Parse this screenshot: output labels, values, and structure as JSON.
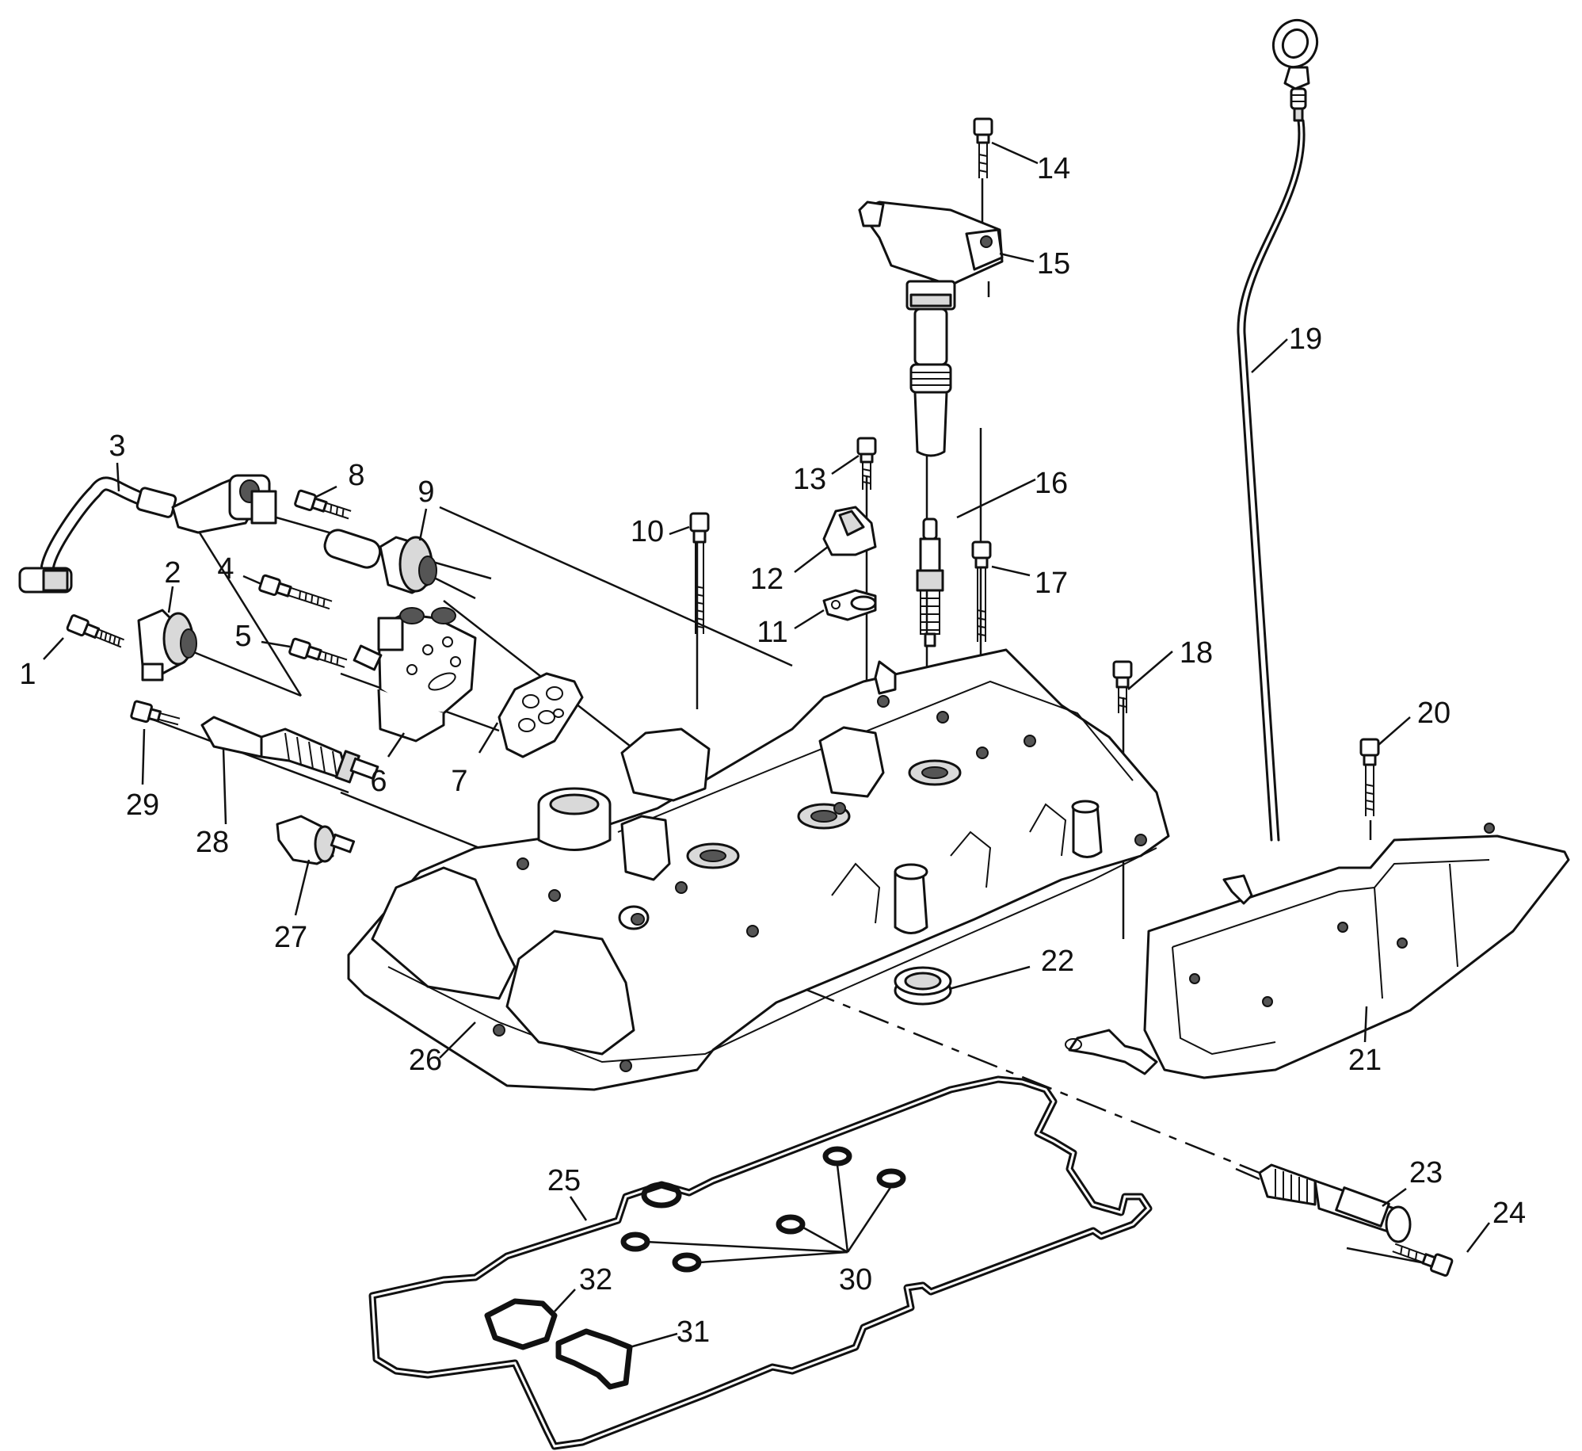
{
  "callouts": [
    {
      "id": "1",
      "text": "1"
    },
    {
      "id": "2",
      "text": "2"
    },
    {
      "id": "3",
      "text": "3"
    },
    {
      "id": "4",
      "text": "4"
    },
    {
      "id": "5",
      "text": "5"
    },
    {
      "id": "6",
      "text": "6"
    },
    {
      "id": "7",
      "text": "7"
    },
    {
      "id": "8",
      "text": "8"
    },
    {
      "id": "9",
      "text": "9"
    },
    {
      "id": "10",
      "text": "10"
    },
    {
      "id": "11",
      "text": "11"
    },
    {
      "id": "12",
      "text": "12"
    },
    {
      "id": "13",
      "text": "13"
    },
    {
      "id": "14",
      "text": "14"
    },
    {
      "id": "15",
      "text": "15"
    },
    {
      "id": "16",
      "text": "16"
    },
    {
      "id": "17",
      "text": "17"
    },
    {
      "id": "18",
      "text": "18"
    },
    {
      "id": "19",
      "text": "19"
    },
    {
      "id": "20",
      "text": "20"
    },
    {
      "id": "21",
      "text": "21"
    },
    {
      "id": "22",
      "text": "22"
    },
    {
      "id": "23",
      "text": "23"
    },
    {
      "id": "24",
      "text": "24"
    },
    {
      "id": "25",
      "text": "25"
    },
    {
      "id": "26",
      "text": "26"
    },
    {
      "id": "27",
      "text": "27"
    },
    {
      "id": "28",
      "text": "28"
    },
    {
      "id": "29",
      "text": "29"
    },
    {
      "id": "30",
      "text": "30"
    },
    {
      "id": "31",
      "text": "31"
    },
    {
      "id": "32",
      "text": "32"
    }
  ]
}
